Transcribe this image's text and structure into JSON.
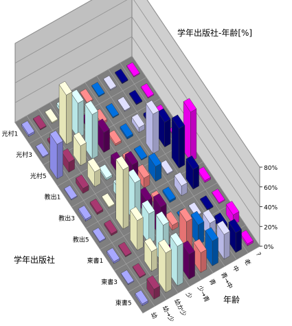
{
  "chart_data": {
    "type": "bar3d",
    "title": "学年出版社-年齢[%]",
    "xlabel": "学年出版社",
    "ylabel": "年齢",
    "zlim": [
      0,
      80
    ],
    "z_ticks": [
      "0%",
      "20%",
      "40%",
      "60%",
      "80%"
    ],
    "publishers": [
      "光村1",
      "光村3",
      "光村5",
      "教出1",
      "教出3",
      "教出5",
      "東書1",
      "東書3",
      "東書5"
    ],
    "age_groups": [
      "幼",
      "幼→少",
      "幼か少",
      "少",
      "少→青",
      "青",
      "青→中",
      "中",
      "老",
      "?"
    ],
    "values": [
      [
        2,
        1,
        1,
        3,
        1,
        1,
        1,
        1,
        1,
        1
      ],
      [
        1,
        2,
        50,
        35,
        5,
        2,
        1,
        1,
        1,
        1
      ],
      [
        35,
        10,
        20,
        45,
        20,
        2,
        2,
        5,
        2,
        1
      ],
      [
        1,
        5,
        15,
        2,
        8,
        2,
        1,
        40,
        25,
        1
      ],
      [
        2,
        2,
        1,
        10,
        30,
        10,
        15,
        1,
        40,
        50
      ],
      [
        1,
        2,
        60,
        40,
        15,
        5,
        2,
        10,
        20,
        2
      ],
      [
        2,
        1,
        30,
        30,
        30,
        5,
        1,
        1,
        1,
        1
      ],
      [
        1,
        1,
        20,
        40,
        2,
        30,
        20,
        15,
        5,
        10
      ],
      [
        2,
        10,
        40,
        40,
        25,
        20,
        25,
        25,
        20,
        2
      ]
    ]
  }
}
